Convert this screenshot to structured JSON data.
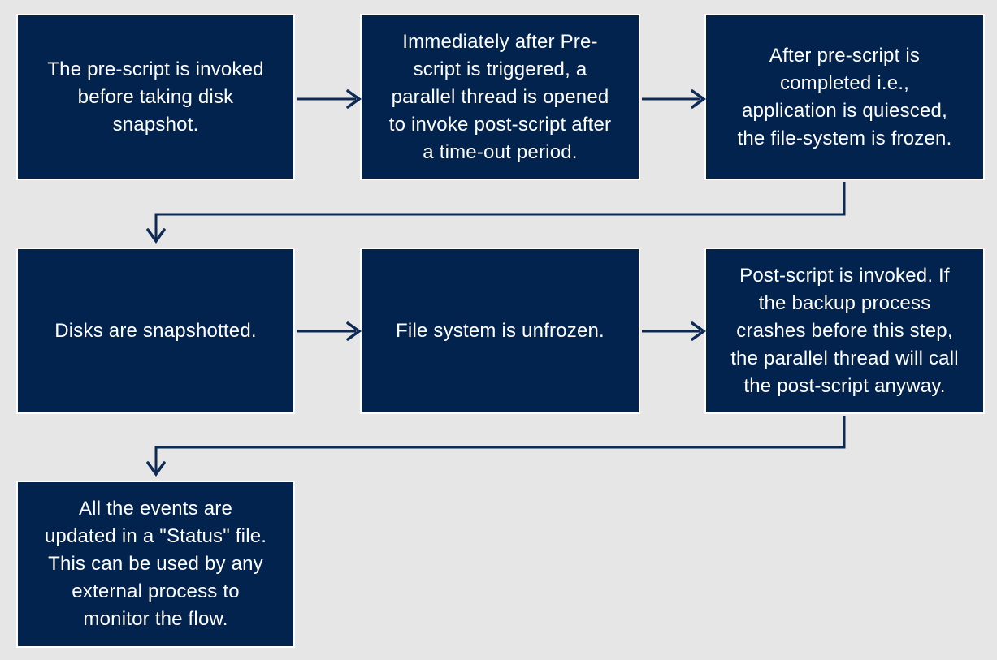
{
  "diagram": {
    "background_color": "#e6e6e6",
    "node_fill_color": "#02234e",
    "node_border_color": "#ffffff",
    "node_text_color": "#ffffff",
    "arrow_color": "#0d2a54",
    "steps": [
      {
        "id": "step-1",
        "text": "The pre-script is invoked\nbefore taking disk\nsnapshot."
      },
      {
        "id": "step-2",
        "text": "Immediately after Pre-\nscript is triggered, a\nparallel thread is opened\nto invoke post-script after\na time-out period."
      },
      {
        "id": "step-3",
        "text": "After pre-script is\ncompleted i.e.,\napplication is quiesced,\nthe file-system is frozen."
      },
      {
        "id": "step-4",
        "text": "Disks are snapshotted."
      },
      {
        "id": "step-5",
        "text": "File system is unfrozen."
      },
      {
        "id": "step-6",
        "text": "Post-script is invoked. If\nthe backup process\ncrashes before this step,\nthe parallel thread will call\nthe post-script anyway."
      },
      {
        "id": "step-7",
        "text": "All the events are\nupdated in a \"Status\" file.\nThis can be used by any\nexternal process to\nmonitor the flow."
      }
    ]
  }
}
